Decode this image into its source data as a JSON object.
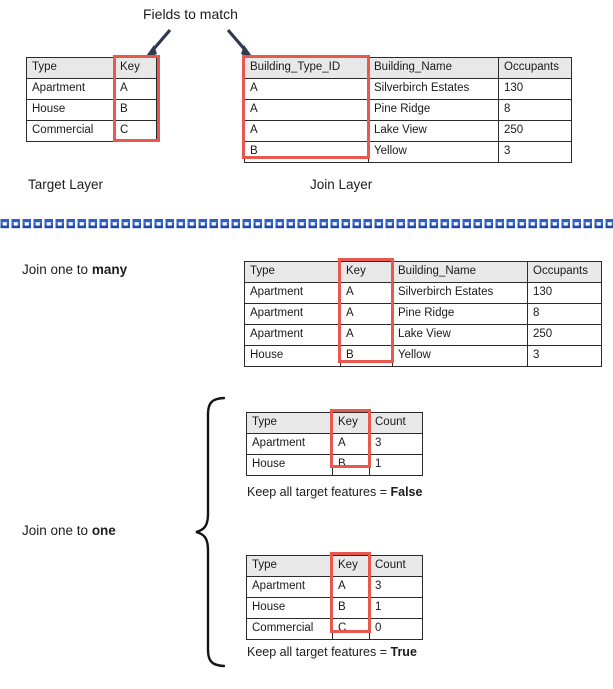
{
  "title": "Fields to match",
  "colors": {
    "highlight": "#e8584f",
    "header_bg": "#e8e8e8",
    "border": "#2b2b2b",
    "divider_blue": "#2e5fc4",
    "arrow": "#2e3a4d",
    "text": "#1d1d1d"
  },
  "icons": {
    "arrow_left": "down-right-arrow-icon",
    "arrow_right": "down-right-arrow-icon",
    "divider": "dashed-blue-divider-icon",
    "brace": "curly-brace-icon"
  },
  "target_layer": {
    "caption": "Target Layer",
    "columns": [
      "Type",
      "Key"
    ],
    "rows": [
      [
        "Apartment",
        "A"
      ],
      [
        "House",
        "B"
      ],
      [
        "Commercial",
        "C"
      ]
    ],
    "highlight_column": "Key"
  },
  "join_layer": {
    "caption": "Join Layer",
    "columns": [
      "Building_Type_ID",
      "Building_Name",
      "Occupants"
    ],
    "rows": [
      [
        "A",
        "Silverbirch Estates",
        "130"
      ],
      [
        "A",
        "Pine Ridge",
        "8"
      ],
      [
        "A",
        "Lake View",
        "250"
      ],
      [
        "B",
        "Yellow",
        "3"
      ]
    ],
    "highlight_column": "Building_Type_ID"
  },
  "one_to_many": {
    "label_prefix": "Join one to ",
    "label_emphasis": "many",
    "columns": [
      "Type",
      "Key",
      "Building_Name",
      "Occupants"
    ],
    "rows": [
      [
        "Apartment",
        "A",
        "Silverbirch Estates",
        "130"
      ],
      [
        "Apartment",
        "A",
        "Pine Ridge",
        "8"
      ],
      [
        "Apartment",
        "A",
        "Lake View",
        "250"
      ],
      [
        "House",
        "B",
        "Yellow",
        "3"
      ]
    ],
    "highlight_column": "Key"
  },
  "one_to_one": {
    "label_prefix": "Join one to ",
    "label_emphasis": "one",
    "false_case": {
      "columns": [
        "Type",
        "Key",
        "Count"
      ],
      "rows": [
        [
          "Apartment",
          "A",
          "3"
        ],
        [
          "House",
          "B",
          "1"
        ]
      ],
      "caption_prefix": "Keep all target features = ",
      "caption_emphasis": "False",
      "highlight_column": "Key"
    },
    "true_case": {
      "columns": [
        "Type",
        "Key",
        "Count"
      ],
      "rows": [
        [
          "Apartment",
          "A",
          "3"
        ],
        [
          "House",
          "B",
          "1"
        ],
        [
          "Commercial",
          "C",
          "0"
        ]
      ],
      "caption_prefix": "Keep all target features = ",
      "caption_emphasis": "True",
      "highlight_column": "Key"
    }
  }
}
